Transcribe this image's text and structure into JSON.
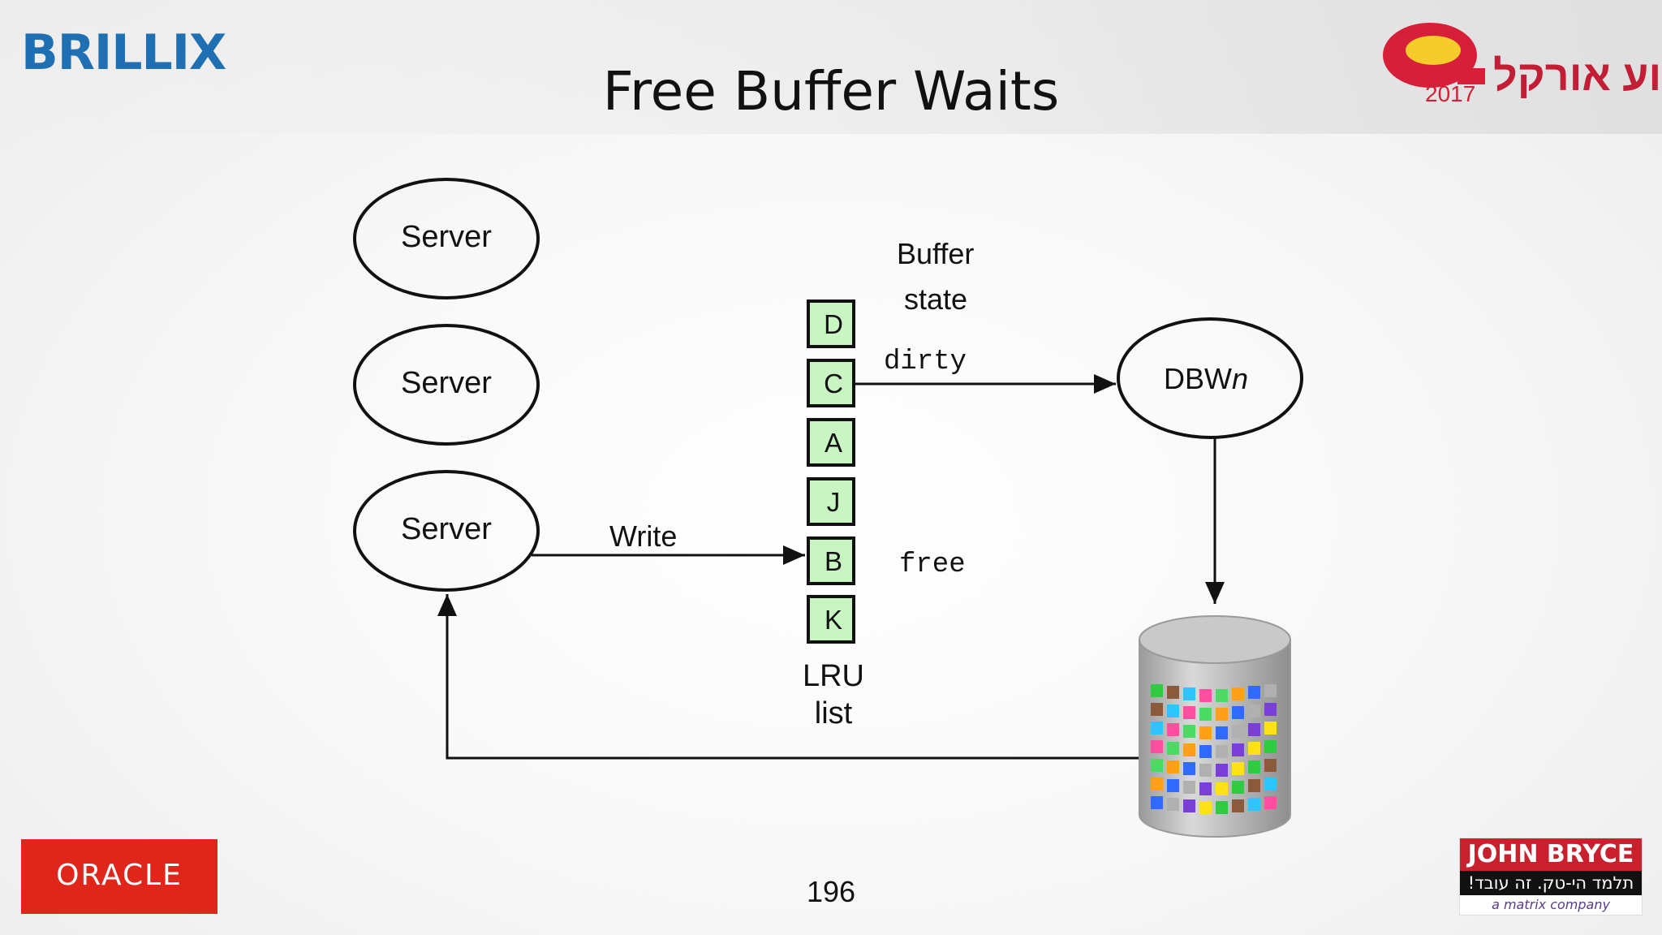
{
  "slide": {
    "title": "Free Buffer Waits",
    "page_number": "196"
  },
  "logos": {
    "brillix": "BRILLIX",
    "oracle": "ORACLE",
    "oracle_week_year": "2017",
    "oracle_week_text": "שבוע אורקל",
    "john_bryce": "JOHN BRYCE",
    "john_bryce_tagline": "תלמד הי-טק. זה עובד!",
    "john_bryce_sub": "a matrix company"
  },
  "diagram": {
    "servers": [
      "Server",
      "Server",
      "Server"
    ],
    "write_label": "Write",
    "lru_buffers": [
      "D",
      "C",
      "A",
      "J",
      "B",
      "K"
    ],
    "lru_label_line1": "LRU",
    "lru_label_line2": "list",
    "buffer_state_line1": "Buffer",
    "buffer_state_line2": "state",
    "state_dirty": "dirty",
    "state_free": "free",
    "dbwn_name": "DBW",
    "dbwn_suffix": "n"
  },
  "colors": {
    "buffer_fill": "#c9f5c2",
    "oracle_red": "#e0261b",
    "brillix_blue": "#1f6fb3",
    "brillix_red": "#d6402d",
    "disk_gray": "#bdbdbd"
  }
}
